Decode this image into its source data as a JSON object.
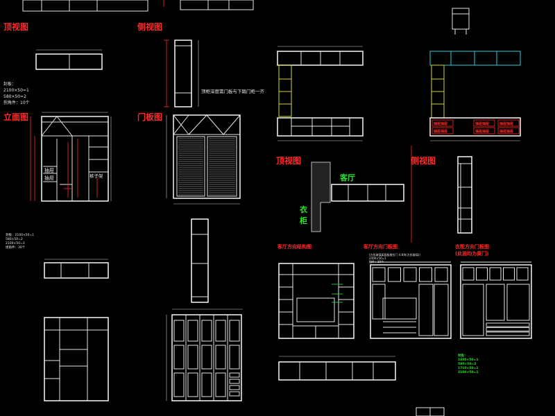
{
  "left_sheet": {
    "top_view_title": "顶视图",
    "side_view_title": "侧视图",
    "elevation_title": "立面图",
    "door_panel_title": "门板图",
    "seal_board_title": "封板：",
    "seal_board_lines": [
      "2100×50=1",
      "580×50=2",
      "拐角件：10个"
    ],
    "side_note": "顶柜深度需门板与下踏门柜一齐",
    "drawer_labels": [
      "抽屉",
      "抽屉"
    ],
    "rack_label": "裤子架",
    "small_note_lines": [
      "封板：2100×50=1",
      "580×50=2",
      "2100×50=3"
    ],
    "small_note_last": "拐角件：30个"
  },
  "right_sheet": {
    "top_view_title": "顶视图",
    "side_view_title": "侧视图",
    "living_room_label": "客厅",
    "wardrobe_label": "衣柜",
    "living_structure_title": "客厅方向结构图",
    "living_door_title": "客厅方向门板图",
    "wardrobe_door_title": "衣柜方向门板图",
    "wardrobe_door_subtitle": "(此面均为黄门)",
    "red_cell_labels": [
      "抽屉抽屉",
      "抽屉抽屉",
      "抽屉抽屉",
      "抽屉抽屉",
      "抽屉抽屉",
      "抽屉抽屉"
    ],
    "green_note_lines": [
      "封板：",
      "2400×50=1",
      "580×50=2",
      "1710×50=1",
      "2100×50=1"
    ],
    "living_door_note": "(方形玻璃架面板推拉门 4.8块(方形玻璃))",
    "living_door_note2": "2400×50=1",
    "living_door_note3": "配件：20个"
  },
  "colors": {
    "background": "#000000",
    "line": "#e8e8e8",
    "title_red": "#ff2a2a",
    "label_green": "#29e329",
    "accent_yellow": "#d8d820",
    "accent_cyan": "#30d0e0"
  }
}
